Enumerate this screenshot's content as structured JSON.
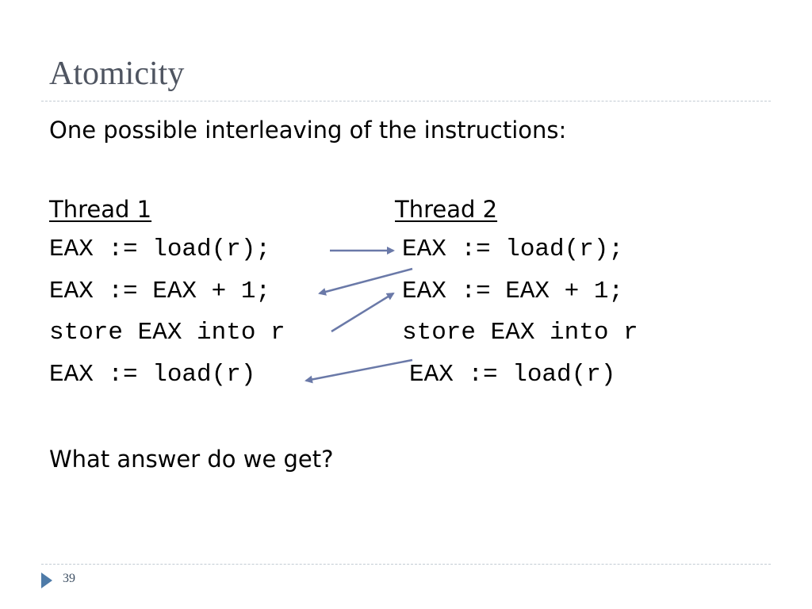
{
  "slide": {
    "title": "Atomicity",
    "intro": "One possible interleaving of the instructions:",
    "thread1": {
      "heading": "Thread 1",
      "lines": [
        "EAX := load(r);",
        "EAX := EAX + 1;",
        "store EAX into r",
        "EAX := load(r)"
      ]
    },
    "thread2": {
      "heading": "Thread 2",
      "lines": [
        "EAX := load(r);",
        "EAX := EAX + 1;",
        "store EAX into r",
        "EAX := load(r)"
      ]
    },
    "question": "What answer do we get?",
    "page_number": "39",
    "colors": {
      "title": "#4f5561",
      "arrow": "#6a79a8",
      "rule": "#c2cbd3",
      "nav": "#4e7ba8"
    }
  }
}
